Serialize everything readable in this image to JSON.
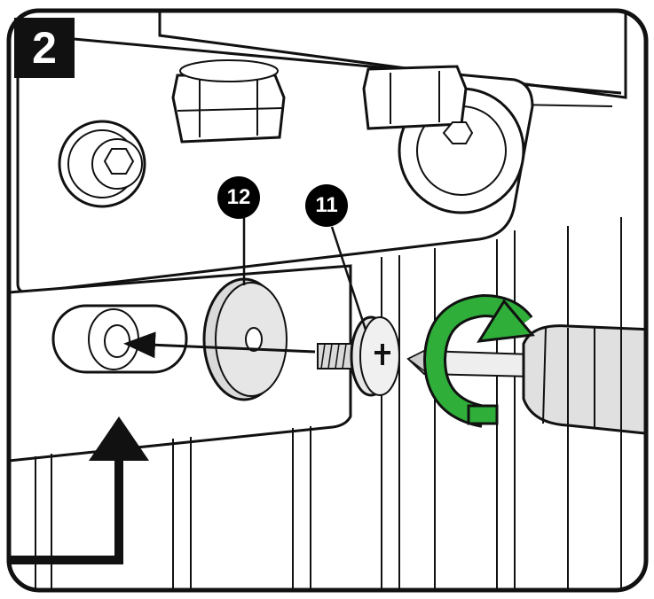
{
  "step": {
    "number": "2"
  },
  "callouts": [
    {
      "label": "12",
      "part": "washer"
    },
    {
      "label": "11",
      "part": "screw"
    }
  ],
  "colors": {
    "outline": "#111111",
    "rotation_arrow": "#2fae3a",
    "badge_fill": "#000000",
    "badge_text": "#ffffff"
  },
  "icons": [
    "rotate-clockwise-arrow-icon",
    "insert-direction-arrow-icon",
    "pointer-arrow-icon"
  ]
}
